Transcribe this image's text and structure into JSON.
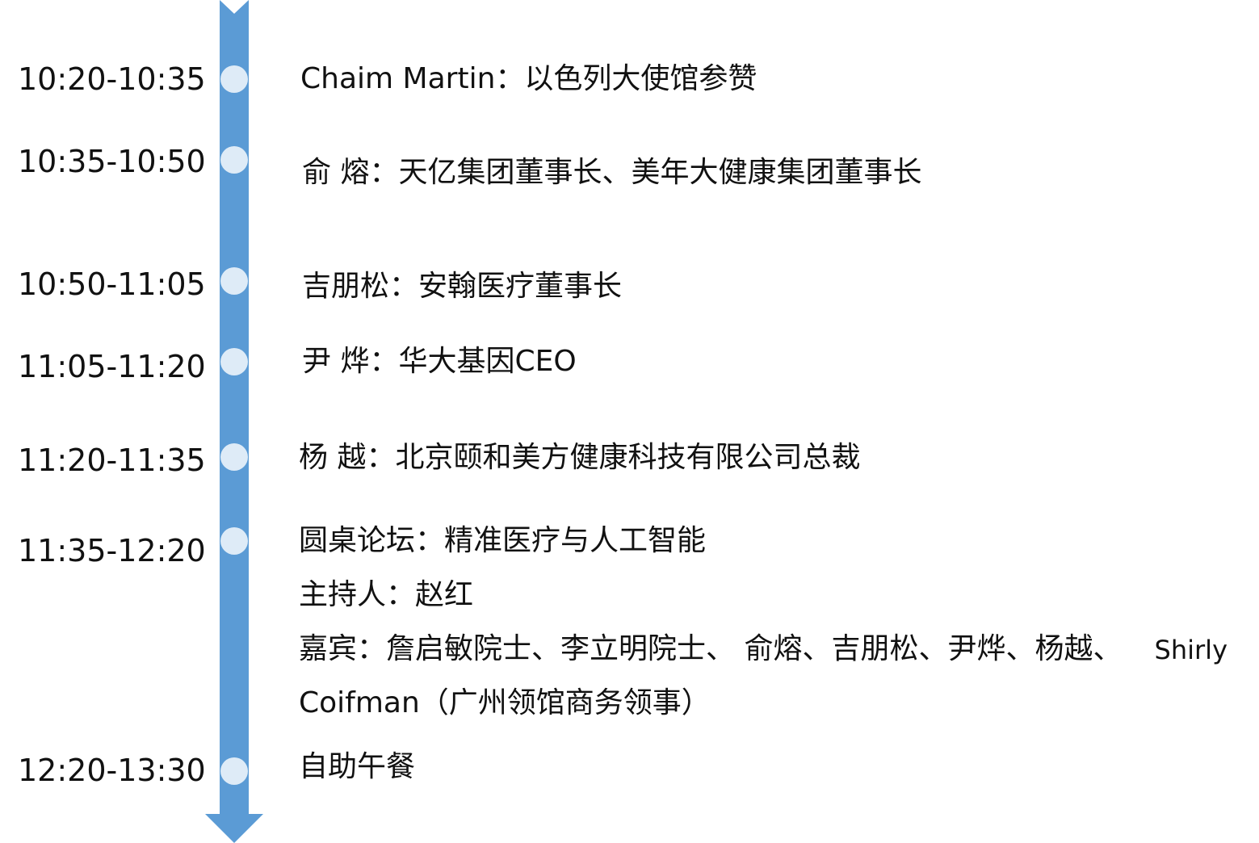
{
  "timeline": {
    "colors": {
      "bar": "#5B9BD5",
      "node": "#DEEBF7",
      "text": "#111111"
    },
    "entries": [
      {
        "time": "10:20-10:35",
        "lines": [
          "Chaim Martin：以色列大使馆参赞"
        ]
      },
      {
        "time": "10:35-10:50",
        "lines": [
          "俞  熔：天亿集团董事长、美年大健康集团董事长"
        ]
      },
      {
        "time": "10:50-11:05",
        "lines": [
          "吉朋松：安翰医疗董事长"
        ]
      },
      {
        "time": "11:05-11:20",
        "lines": [
          "尹  烨：华大基因CEO"
        ]
      },
      {
        "time": "11:20-11:35",
        "lines": [
          "杨  越：北京颐和美方健康科技有限公司总裁"
        ]
      },
      {
        "time": "11:35-12:20",
        "lines": [
          "圆桌论坛：精准医疗与人工智能",
          "主持人：赵红",
          "嘉宾：詹启敏院士、李立明院士、 俞熔、吉朋松、尹烨、杨越、",
          "Shirly",
          "Coifman（广州领馆商务领事）"
        ]
      },
      {
        "time": "12:20-13:30",
        "lines": [
          "自助午餐"
        ]
      }
    ]
  }
}
